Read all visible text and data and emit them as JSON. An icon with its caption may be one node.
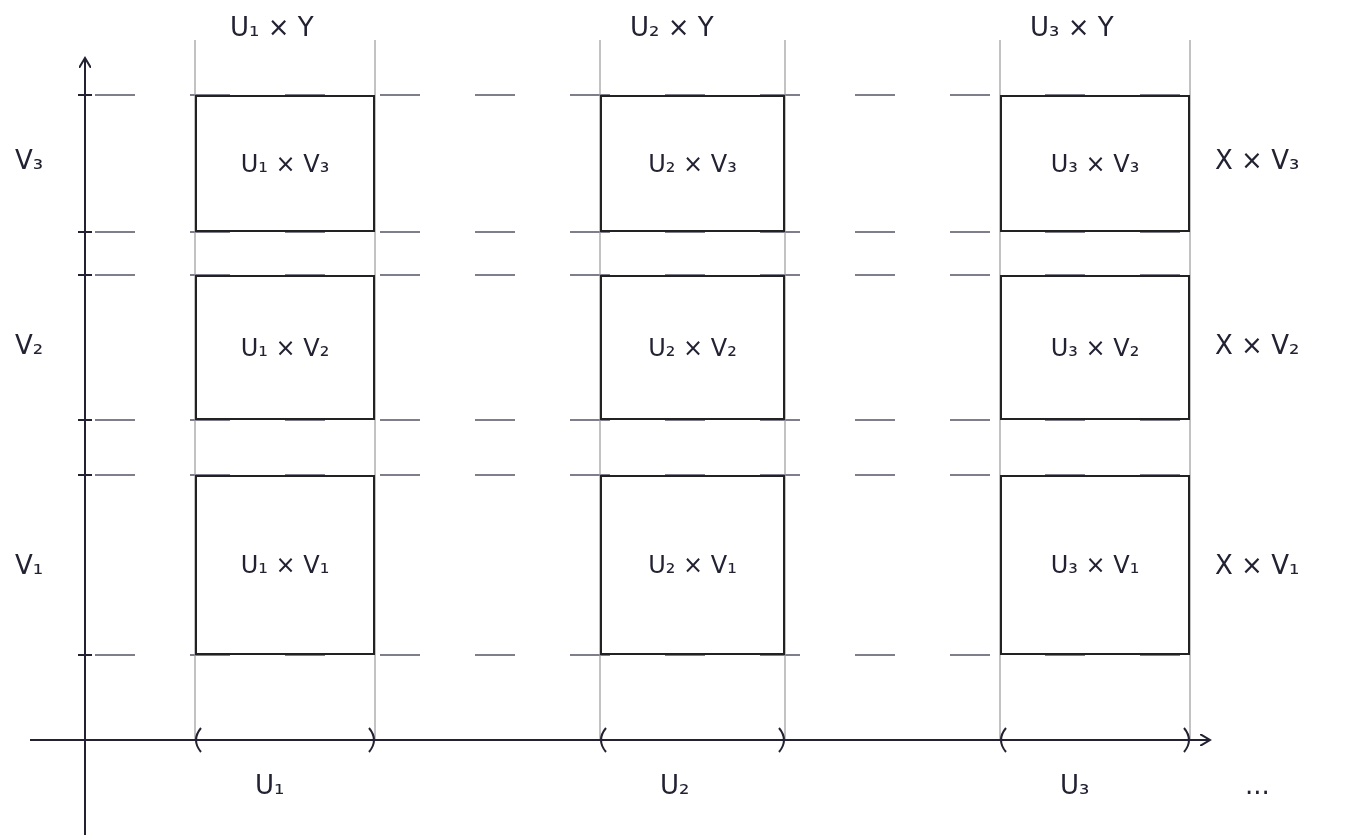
{
  "diagram": {
    "nodes": [
      {
        "text": [
          "U₁ × V₃"
        ]
      },
      {
        "text": [
          "U₂ × V₃"
        ]
      },
      {
        "text": [
          "U₃ × V₃"
        ]
      },
      {
        "text": [
          "U₁ × V₂"
        ]
      },
      {
        "text": [
          "U₂ × V₂"
        ]
      },
      {
        "text": [
          "U₃ × V₂"
        ]
      },
      {
        "text": [
          "U₁ × V₁"
        ]
      },
      {
        "text": [
          "U₂ × V₁"
        ]
      },
      {
        "text": [
          "U₃ × V₁"
        ]
      }
    ],
    "labels": [
      "U₁ × Y",
      "U₂ × Y",
      "U₃ × Y",
      "V₃",
      "X × V₃",
      "V₂",
      "X × V₂",
      "V₁",
      "X × V₁",
      "U₁",
      "U₂",
      "U₃",
      "..."
    ]
  }
}
